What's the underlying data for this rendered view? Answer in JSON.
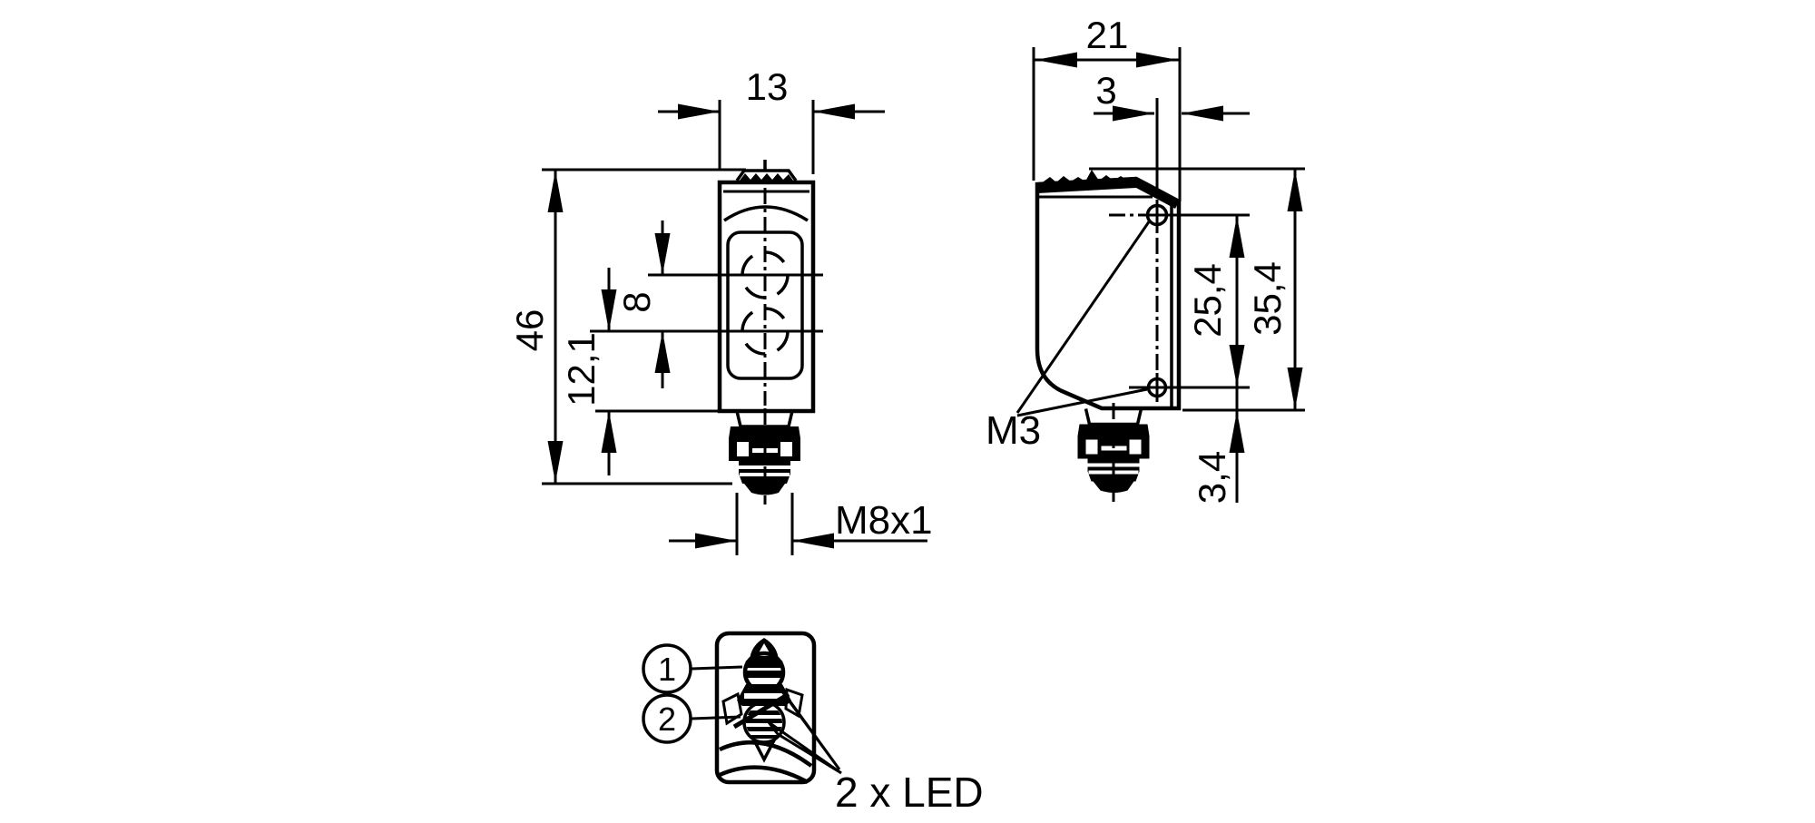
{
  "labels": {
    "front": {
      "width": "13",
      "height": "46",
      "lens_spacing": "8",
      "lens_offset": "12,1",
      "connector_thread": "M8x1"
    },
    "side": {
      "depth": "21",
      "axis_offset": "3",
      "hole_spacing": "25,4",
      "body_height": "35,4",
      "hole_bottom_offset": "3,4",
      "mount_thread": "M3"
    },
    "top": {
      "callout_1": "1",
      "callout_2": "2",
      "led_label": "2 x LED"
    },
    "colors": {
      "line": "#000000",
      "background": "#ffffff"
    }
  }
}
